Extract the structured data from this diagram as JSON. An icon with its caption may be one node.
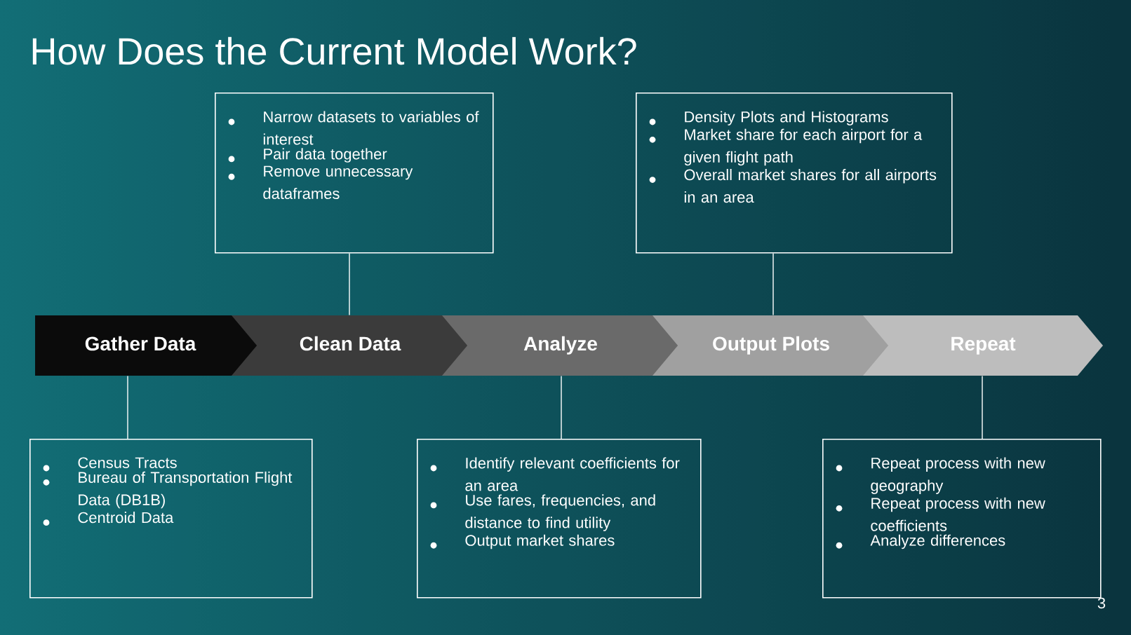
{
  "diagram": {
    "title": "How Does the Current Model Work?",
    "nodes": [
      {
        "text": [
          "Gather Data"
        ]
      },
      {
        "text": [
          "Clean Data"
        ]
      },
      {
        "text": [
          "Analyze"
        ]
      },
      {
        "text": [
          "Output Plots"
        ]
      },
      {
        "text": [
          "Repeat"
        ]
      },
      {
        "text": [
          "Census Tracts",
          "Bureau of Transportation Flight Data (DB1B)",
          "Centroid Data"
        ]
      },
      {
        "text": [
          "Narrow datasets to variables of interest",
          "Pair data together",
          "Remove unnecessary dataframes"
        ]
      },
      {
        "text": [
          "Identify relevant coefficients for an area",
          "Use fares, frequencies, and distance to find utility",
          "Output market shares"
        ]
      },
      {
        "text": [
          "Density Plots and Histograms",
          "Market share for each airport for a given flight path",
          "Overall market shares for all airports in an area"
        ]
      },
      {
        "text": [
          "Repeat process with new geography",
          "Repeat process with new coefficients",
          "Analyze differences"
        ]
      }
    ],
    "edges": [
      {
        "from": 0,
        "to": 5,
        "arrow": "none"
      },
      {
        "from": 1,
        "to": 6,
        "arrow": "none"
      },
      {
        "from": 2,
        "to": 7,
        "arrow": "none"
      },
      {
        "from": 3,
        "to": 8,
        "arrow": "none"
      },
      {
        "from": 4,
        "to": 9,
        "arrow": "none"
      }
    ],
    "labels": [
      "3"
    ]
  }
}
